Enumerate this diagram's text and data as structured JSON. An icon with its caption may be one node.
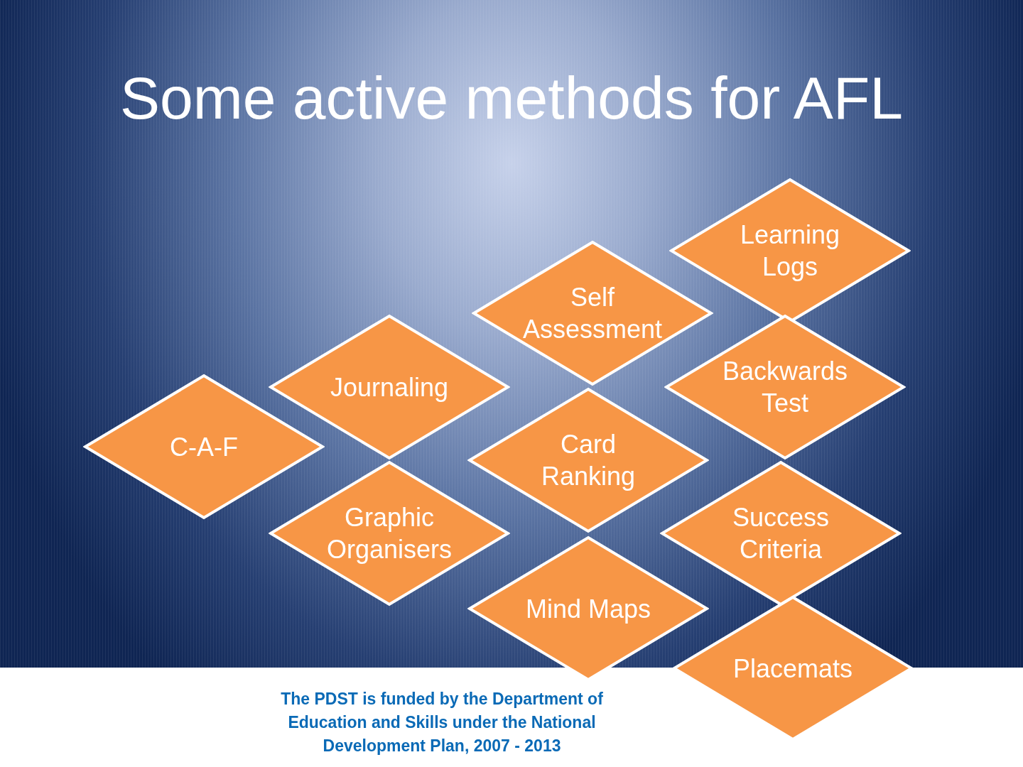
{
  "diagram": {
    "title": "Some active methods for AFL",
    "nodes": [
      {
        "text": [
          "Learning Logs"
        ]
      },
      {
        "text": [
          "Self Assessment"
        ]
      },
      {
        "text": [
          "Journaling"
        ]
      },
      {
        "text": [
          "Backwards Test"
        ]
      },
      {
        "text": [
          "C-A-F"
        ]
      },
      {
        "text": [
          "Card Ranking"
        ]
      },
      {
        "text": [
          "Graphic Organisers"
        ]
      },
      {
        "text": [
          "Success Criteria"
        ]
      },
      {
        "text": [
          "Mind Maps"
        ]
      },
      {
        "text": [
          "Placemats"
        ]
      }
    ],
    "labels": [
      "The PDST is funded by the Department of Education and Skills under the National Development Plan, 2007 - 2013"
    ]
  }
}
